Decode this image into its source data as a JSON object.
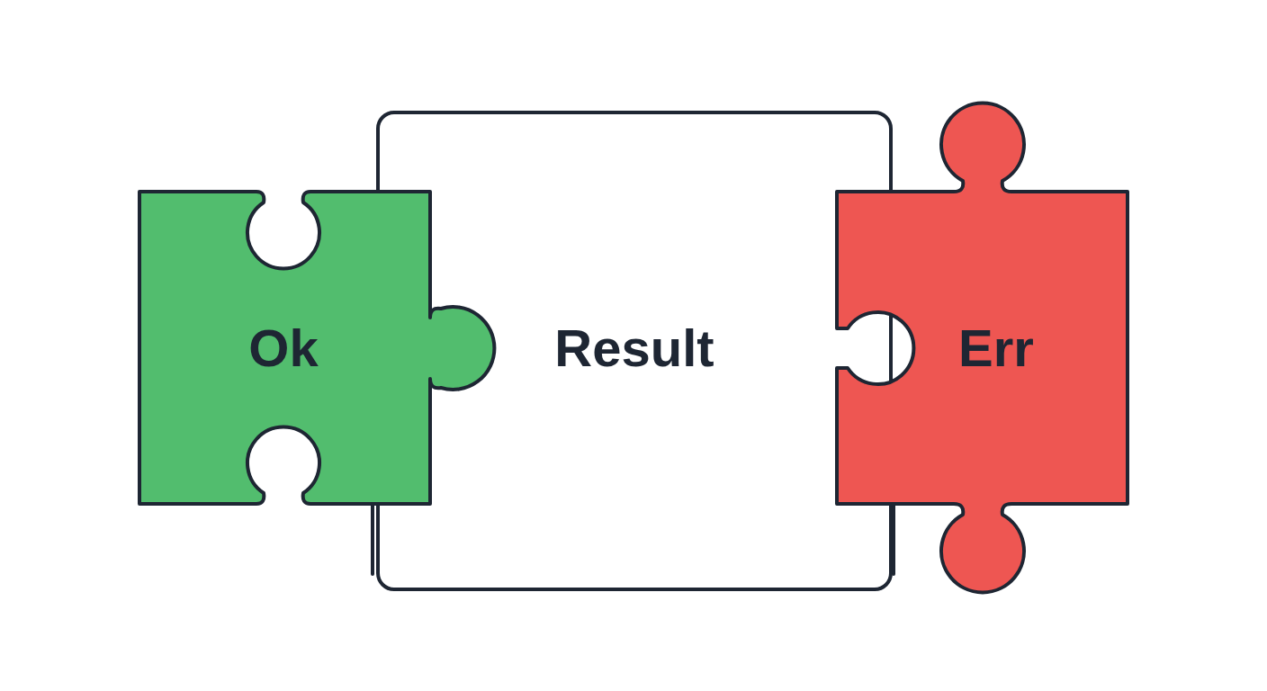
{
  "diagram": {
    "nodes": [
      {
        "text": [
          "Ok"
        ]
      },
      {
        "text": [
          "Result"
        ]
      },
      {
        "text": [
          "Err"
        ]
      }
    ]
  }
}
